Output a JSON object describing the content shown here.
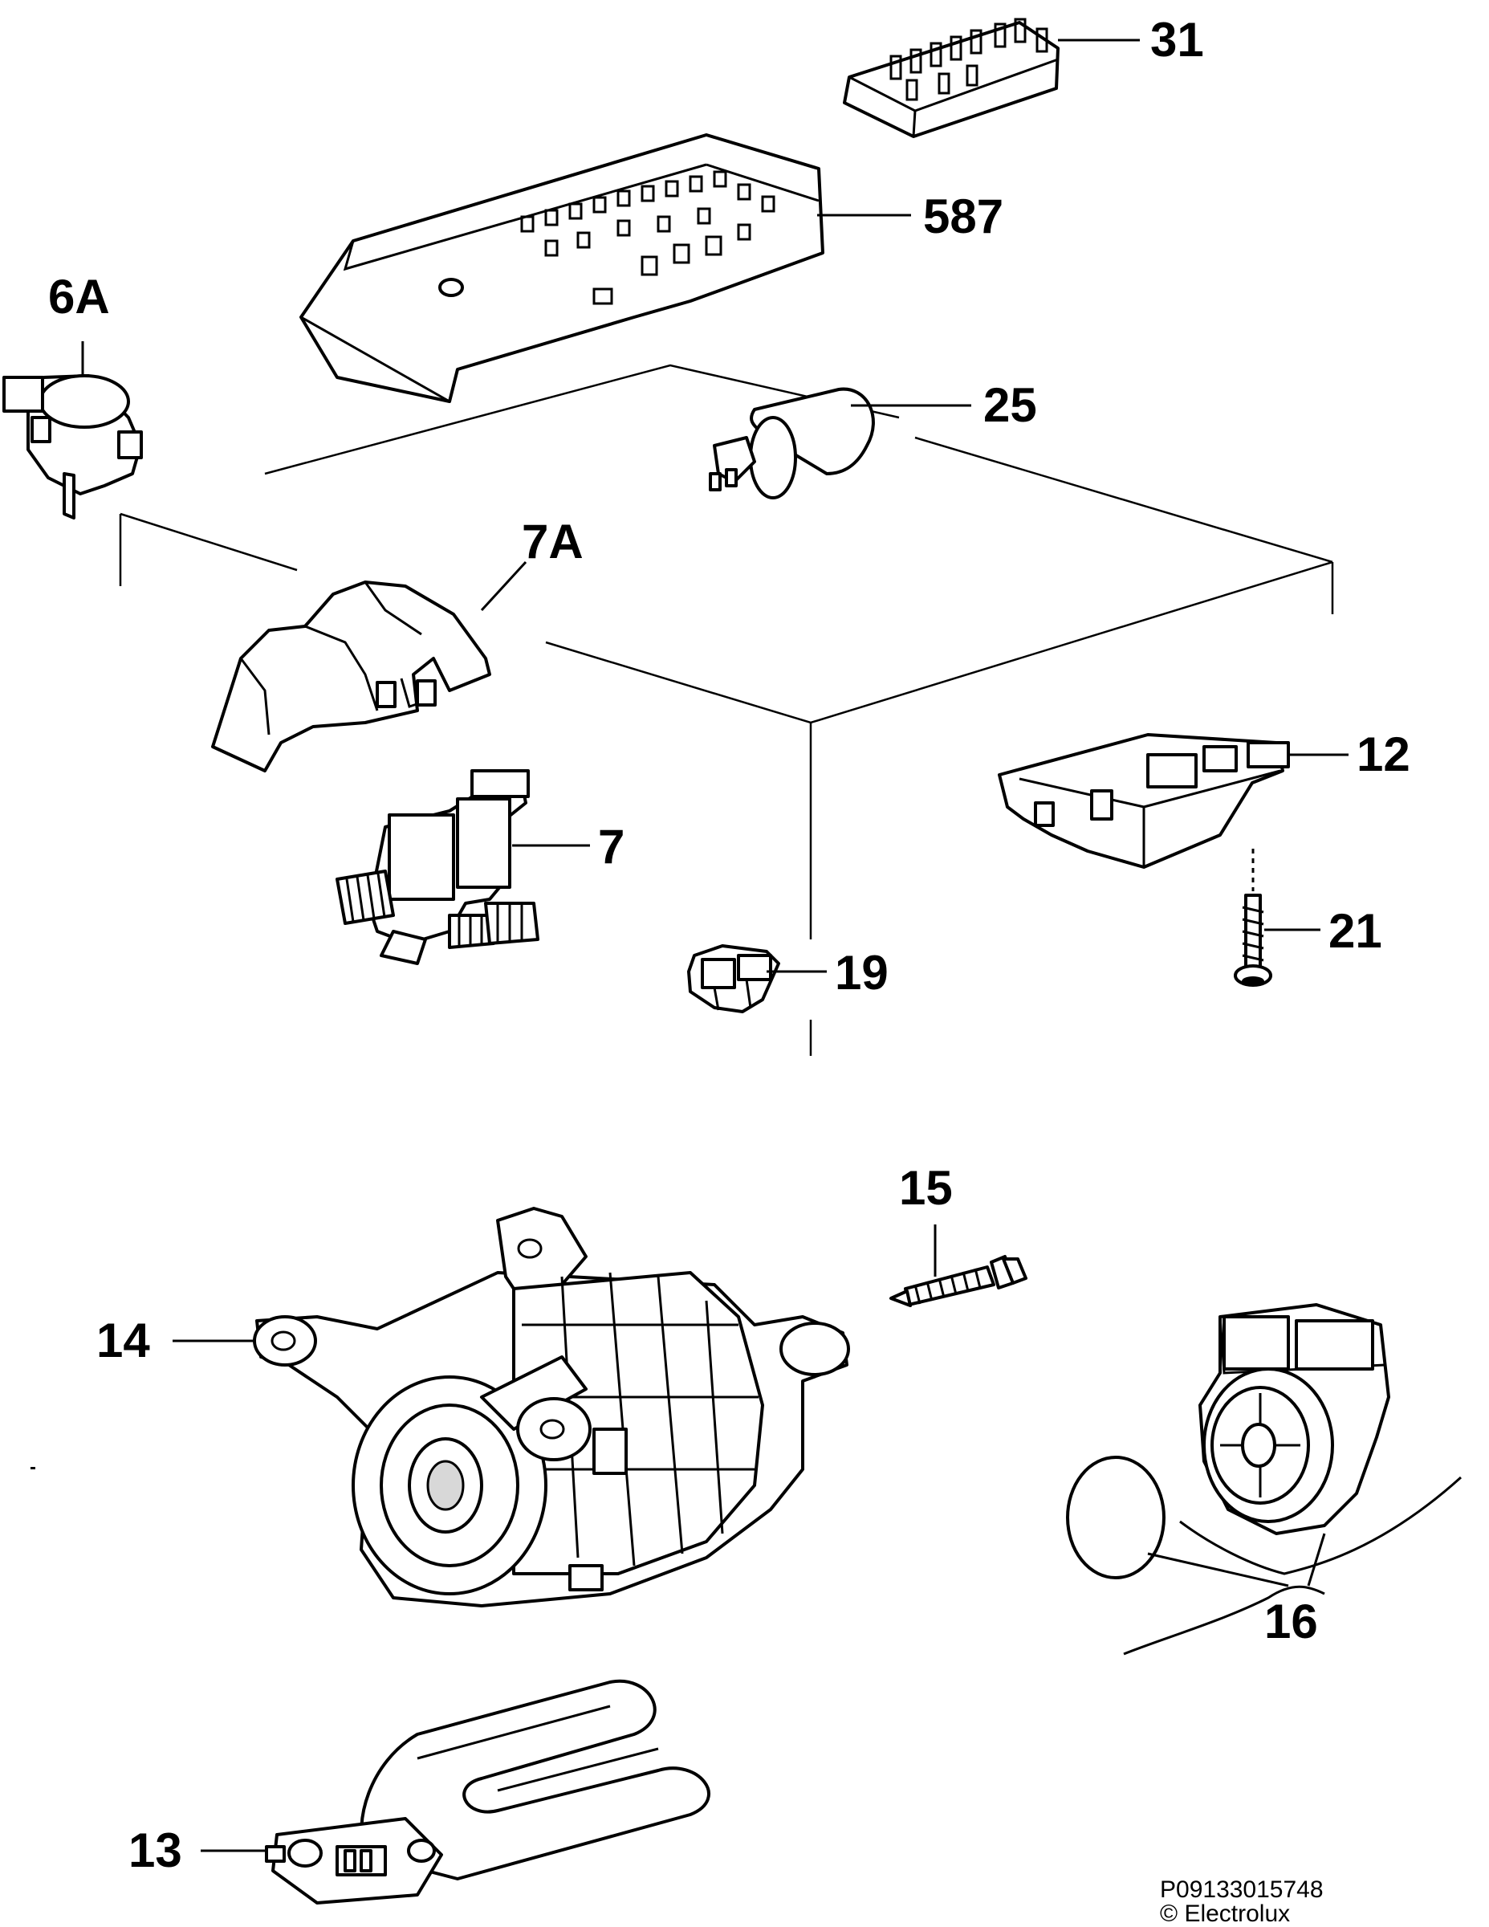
{
  "parts": [
    {
      "id": "p31",
      "label": "31"
    },
    {
      "id": "p587",
      "label": "587"
    },
    {
      "id": "p6a",
      "label": "6A"
    },
    {
      "id": "p25",
      "label": "25"
    },
    {
      "id": "p7a",
      "label": "7A"
    },
    {
      "id": "p12",
      "label": "12"
    },
    {
      "id": "p7",
      "label": "7"
    },
    {
      "id": "p21",
      "label": "21"
    },
    {
      "id": "p19",
      "label": "19"
    },
    {
      "id": "p15",
      "label": "15"
    },
    {
      "id": "p14",
      "label": "14"
    },
    {
      "id": "p16",
      "label": "16"
    },
    {
      "id": "p13",
      "label": "13"
    }
  ],
  "footer": {
    "code": "P09133015748",
    "copyright": "© Electrolux"
  }
}
